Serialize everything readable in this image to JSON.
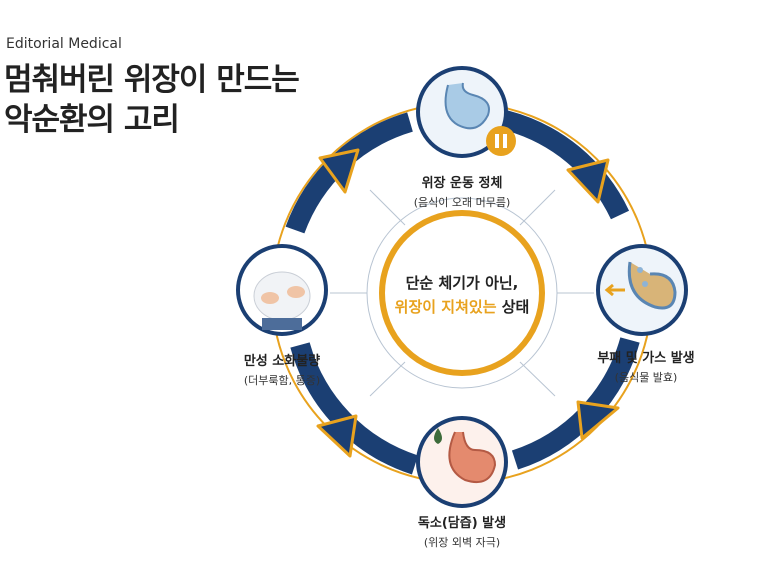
{
  "brand": "Editorial Medical",
  "title": {
    "line1": "멈춰버린 위장이 만드는",
    "line2": "악순환의 고리"
  },
  "center": {
    "line1": "단순 체기가 아닌,",
    "highlight": "위장이 지쳐있는",
    "line2_rest": " 상태"
  },
  "nodes": [
    {
      "title": "위장 운동 정체",
      "sub": "(음식이 오래 머무름)",
      "icon": "paused-stomach-icon"
    },
    {
      "title": "부패 및 가스 발생",
      "sub": "(음식물 발효)",
      "icon": "gas-stomach-icon"
    },
    {
      "title": "독소(담즙) 발생",
      "sub": "(위장 외벽 자극)",
      "icon": "toxin-stomach-icon"
    },
    {
      "title": "만성 소화불량",
      "sub": "(더부룩함, 통증)",
      "icon": "bloated-belly-icon"
    }
  ],
  "colors": {
    "navy": "#1b3f73",
    "gold": "#e8a21e",
    "text": "#222222"
  }
}
